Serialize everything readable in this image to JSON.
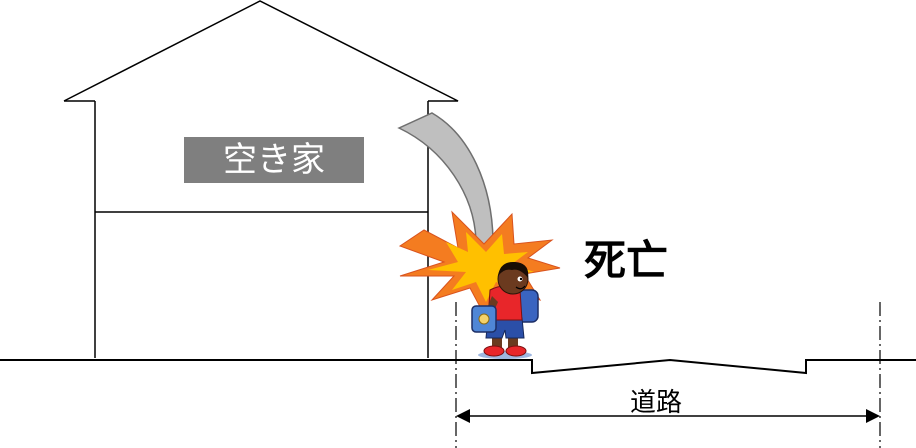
{
  "labels": {
    "house": "空き家",
    "death": "死亡",
    "road": "道路"
  },
  "colors": {
    "line": "#000000",
    "house_label_bg": "#7f7f7f",
    "house_label_text": "#ffffff",
    "arrow_fill": "#bfbfbf",
    "explosion_outer": "#f47c20",
    "explosion_inner": "#ffc000",
    "person_skin": "#6b3a1f",
    "person_shirt": "#e8262a",
    "person_pants": "#2b4fa8"
  },
  "icons": {
    "falling_debris": "curved-down-arrow-icon",
    "impact": "explosion-icon",
    "child": "schoolchild-icon"
  }
}
